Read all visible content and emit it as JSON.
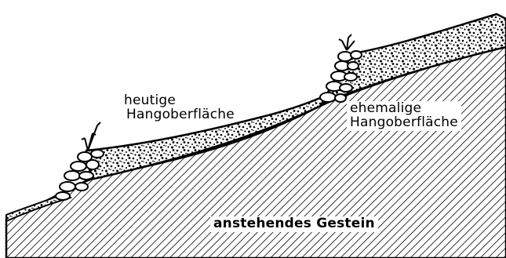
{
  "labels": {
    "present_surface": [
      "heutige",
      "Hangoberfläche"
    ],
    "former_surface": [
      "ehemalige",
      "Hangoberfläche"
    ],
    "bedrock": "anstehendes Gestein"
  },
  "colors": {
    "ink": "#000000",
    "paper": "#ffffff"
  },
  "icons": [
    "wall-stones-icon",
    "shrub-icon",
    "gravel-texture",
    "hatch-texture"
  ]
}
